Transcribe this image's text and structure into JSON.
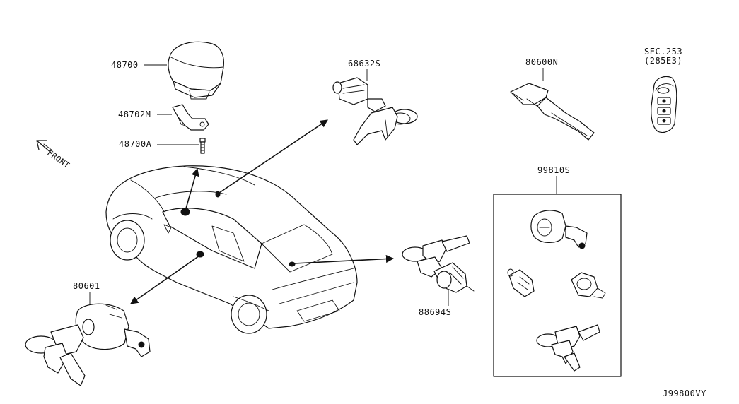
{
  "diagram": {
    "front_label": "FRONT",
    "diagram_id": "J99800VY",
    "parts": [
      {
        "id": "p48700",
        "code": "48700"
      },
      {
        "id": "p48702m",
        "code": "48702M"
      },
      {
        "id": "p48700a",
        "code": "48700A"
      },
      {
        "id": "p68632s",
        "code": "68632S"
      },
      {
        "id": "p80600n",
        "code": "80600N"
      },
      {
        "id": "psec253",
        "code": "SEC.253",
        "sub": "(285E3)"
      },
      {
        "id": "p99810s",
        "code": "99810S"
      },
      {
        "id": "p88694s",
        "code": "88694S"
      },
      {
        "id": "p80601",
        "code": "80601"
      }
    ]
  }
}
